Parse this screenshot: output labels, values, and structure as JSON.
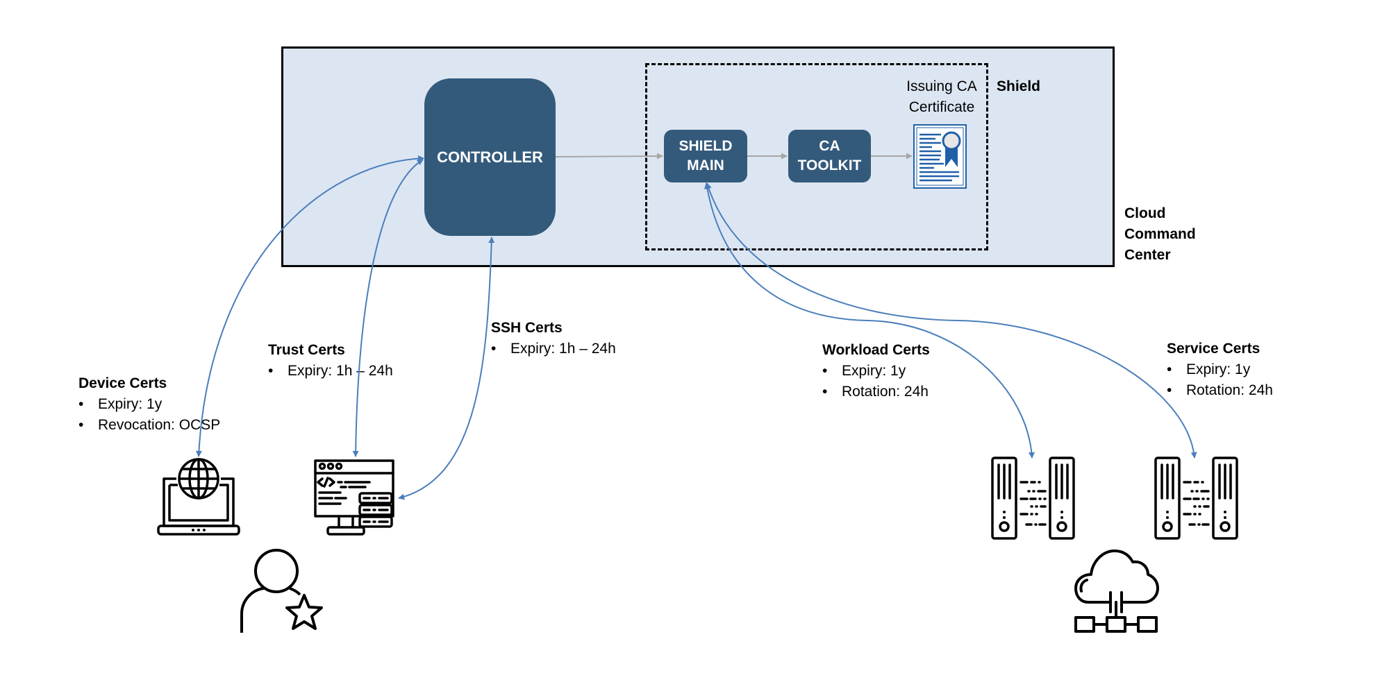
{
  "diagram": {
    "container": {
      "title_lines": [
        "Cloud",
        "Command",
        "Center"
      ]
    },
    "shield_group": {
      "title": "Shield"
    },
    "nodes": {
      "controller": "CONTROLLER",
      "shield_main_lines": [
        "SHIELD",
        "MAIN"
      ],
      "ca_toolkit_lines": [
        "CA",
        "TOOLKIT"
      ]
    },
    "issuing_ca": {
      "lines": [
        "Issuing CA",
        "Certificate"
      ],
      "icon": "certificate-icon"
    },
    "cert_groups": [
      {
        "id": "device",
        "title": "Device Certs",
        "bullets": [
          "Expiry: 1y",
          "Revocation: OCSP"
        ],
        "icon": "laptop-globe-icon"
      },
      {
        "id": "trust",
        "title": "Trust Certs",
        "bullets": [
          "Expiry: 1h – 24h"
        ],
        "icon": "code-monitor-icon"
      },
      {
        "id": "ssh",
        "title": "SSH Certs",
        "bullets": [
          "Expiry: 1h – 24h"
        ],
        "icon": "code-monitor-icon"
      },
      {
        "id": "workload",
        "title": "Workload Certs",
        "bullets": [
          "Expiry: 1y",
          "Rotation: 24h"
        ],
        "icon": "server-pair-icon"
      },
      {
        "id": "service",
        "title": "Service Certs",
        "bullets": [
          "Expiry: 1y",
          "Rotation: 24h"
        ],
        "icon": "server-pair-icon"
      }
    ],
    "extra_icons": [
      "user-star-icon",
      "cloud-network-icon"
    ],
    "bullet_char": "•",
    "colors": {
      "container_fill": "#dce6f2",
      "node_fill": "#345a7b",
      "connector_blue": "#4a7ebb",
      "flow_gray": "#a6a6a6",
      "cert_blue": "#1f5fa8"
    }
  }
}
